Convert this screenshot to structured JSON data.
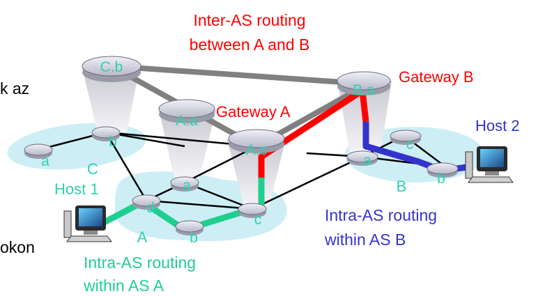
{
  "colors": {
    "inter_as": "#ff0000",
    "intra_a": "#1fcf8f",
    "intra_b": "#3333cc",
    "node_label": "#2fd0b0",
    "cloud": "#cdeef5",
    "router_fill": "#c8c8d8",
    "tower": "#d4d4dc",
    "link": "#000000",
    "inter_link": "#808080"
  },
  "fragments": {
    "top": "k az",
    "bottom": "okon"
  },
  "captions": {
    "inter_as_line1": "Inter-AS routing",
    "inter_as_line2": "between A and B",
    "gateway_a": "Gateway A",
    "gateway_b": "Gateway B",
    "host1": "Host 1",
    "host2": "Host 2",
    "intra_a_line1": "Intra-AS routing",
    "intra_a_line2": "within AS A",
    "intra_b_line1": "Intra-AS routing",
    "intra_b_line2": "within AS B"
  },
  "as_labels": {
    "A": "A",
    "B": "B",
    "C": "C"
  },
  "routers": {
    "c_b": "C.b",
    "c_b_low": "b",
    "c_a": "a",
    "a_a": "A.a",
    "a_c": "A.c",
    "a_a_low": "a",
    "a_d": "d",
    "a_b": "b",
    "a_c_low": "c",
    "b_a": "B.a",
    "b_a_low": "a",
    "b_c": "c",
    "b_b": "b"
  }
}
